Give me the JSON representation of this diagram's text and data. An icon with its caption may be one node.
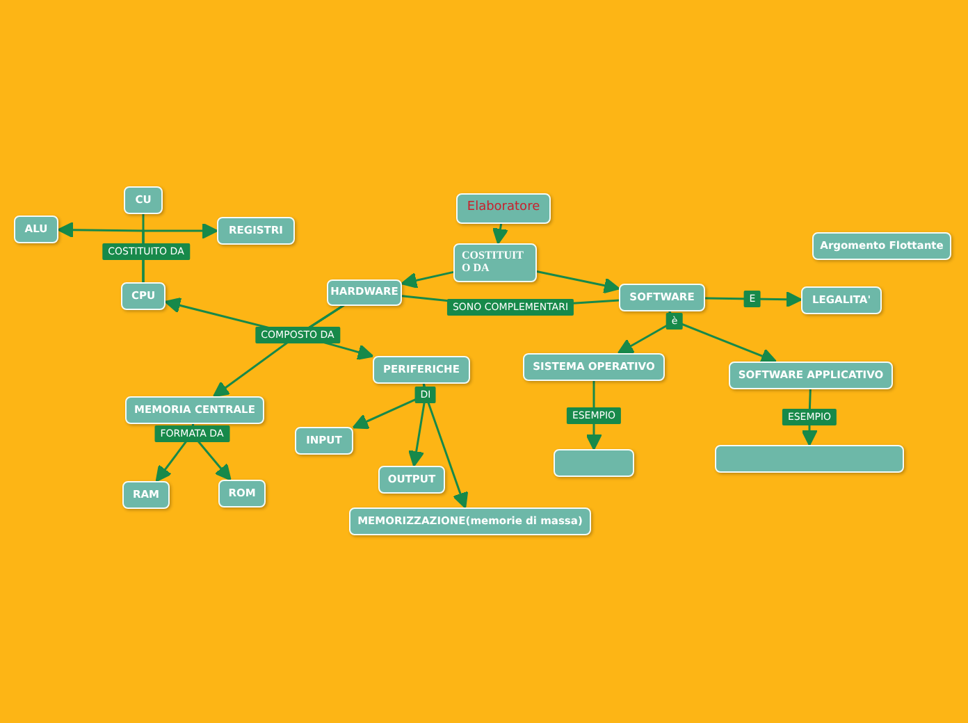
{
  "diagram": {
    "nodes": [
      {
        "text": [
          "Elaboratore"
        ]
      },
      {
        "text": [
          "COSTITUITO DA"
        ]
      },
      {
        "text": [
          "HARDWARE"
        ]
      },
      {
        "text": [
          "SOFTWARE"
        ]
      },
      {
        "text": [
          "LEGALITA'"
        ]
      },
      {
        "text": [
          "Argomento Flottante"
        ]
      },
      {
        "text": [
          "CPU"
        ]
      },
      {
        "text": [
          "CU"
        ]
      },
      {
        "text": [
          "ALU"
        ]
      },
      {
        "text": [
          "REGISTRI"
        ]
      },
      {
        "text": [
          "MEMORIA CENTRALE"
        ]
      },
      {
        "text": [
          "RAM"
        ]
      },
      {
        "text": [
          "ROM"
        ]
      },
      {
        "text": [
          "PERIFERICHE"
        ]
      },
      {
        "text": [
          "INPUT"
        ]
      },
      {
        "text": [
          "OUTPUT"
        ]
      },
      {
        "text": [
          "MEMORIZZAZIONE(memorie di massa)"
        ]
      },
      {
        "text": [
          "SISTEMA OPERATIVO"
        ]
      },
      {
        "text": [
          "SOFTWARE APPLICATIVO"
        ]
      },
      {
        "text": [],
        "shape": "box"
      },
      {
        "text": [],
        "shape": "box"
      }
    ],
    "edges": [
      {
        "from": 0,
        "to": 1,
        "arrow": "to"
      },
      {
        "from": 1,
        "to": 2,
        "arrow": "to"
      },
      {
        "from": 1,
        "to": 3,
        "arrow": "to"
      },
      {
        "from": 2,
        "to": 3,
        "arrow": "none",
        "label": "SONO COMPLEMENTARI"
      },
      {
        "from": 6,
        "to": 8,
        "arrow": "to",
        "label": "COSTITUITO DA"
      },
      {
        "from": 6,
        "to": 9,
        "arrow": "to"
      },
      {
        "from": 6,
        "to": 7,
        "arrow": "none"
      },
      {
        "from": 2,
        "to": 6,
        "arrow": "to",
        "label": "COMPOSTO DA"
      },
      {
        "from": 2,
        "to": 10,
        "arrow": "to"
      },
      {
        "from": 2,
        "to": 13,
        "arrow": "to"
      },
      {
        "from": 10,
        "to": 11,
        "arrow": "to",
        "label": "FORMATA DA"
      },
      {
        "from": 10,
        "to": 12,
        "arrow": "to"
      },
      {
        "from": 13,
        "to": 14,
        "arrow": "to",
        "label": "DI"
      },
      {
        "from": 13,
        "to": 15,
        "arrow": "to"
      },
      {
        "from": 13,
        "to": 16,
        "arrow": "to"
      },
      {
        "from": 3,
        "to": 4,
        "arrow": "to",
        "label": "E"
      },
      {
        "from": 3,
        "to": 17,
        "arrow": "to",
        "label": "è"
      },
      {
        "from": 3,
        "to": 18,
        "arrow": "to"
      },
      {
        "from": 17,
        "to": 19,
        "arrow": "to",
        "label": "ESEMPIO"
      },
      {
        "from": 18,
        "to": 20,
        "arrow": "to",
        "label": "ESEMPIO"
      }
    ]
  }
}
